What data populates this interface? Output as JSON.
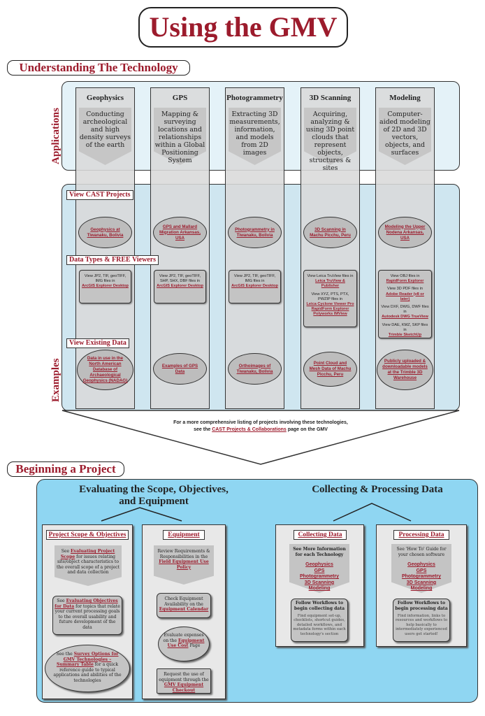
{
  "title": "Using the GMV",
  "section1": "Understanding The Technology",
  "section2": "Beginning a Project",
  "row_labels": {
    "applications": "Applications",
    "examples": "Examples"
  },
  "columns": [
    {
      "title": "Geophysics",
      "desc": "Conducting archeological and high density surveys of the earth",
      "project": "Geophysics at Tiwanaku, Bolivia",
      "data_types": [
        "View JP2, TIF, geoTIFF, IMG files in",
        "ArcGIS Explorer Desktop"
      ],
      "existing": "Data in use in the North American Database of Archaeological Geophysics (NADAG)"
    },
    {
      "title": "GPS",
      "desc": "Mapping & surveying locations and relationships within a Global Positioning System",
      "project": "GPS and Mallard Migration Arkansas, USA",
      "data_types": [
        "View JP2, TIF, geoTIFF, SHP, SHX, DBF files in",
        "ArcGIS Explorer Desktop"
      ],
      "existing": "Examples of GPS Data"
    },
    {
      "title": "Photogrammetry",
      "desc": "Extracting 3D measurements, information, and models from 2D images",
      "project": "Photogrammetry in Tiwanaku, Bolivia",
      "data_types": [
        "View JP2, TIF, geoTIFF, IMG files in",
        "ArcGIS Explorer Desktop"
      ],
      "existing": "Orthoimages of Tiwanaku, Bolivia"
    },
    {
      "title": "3D Scanning",
      "desc": "Acquiring, analyzing & using 3D point clouds that represent objects, structures & sites",
      "project": "3D Scanning in Machu Picchu, Peru",
      "data_types": [
        "View Leica TruView files in",
        "Leica TruView & Publisher",
        "View XYZ, PTS, PTX, PWZIP files in",
        "Leica Cyclone Viewer Pro",
        "RapidForm Explorer",
        "Polyworks IMView"
      ],
      "existing": "Point Cloud and Mesh Data of Machu Picchu, Peru"
    },
    {
      "title": "Modeling",
      "desc": "Computer-aided modeling of 2D and 3D vectors, objects, and surfaces",
      "project": "Modeling the Upper Nodena Arkansas, USA",
      "data_types": [
        "View OBJ files in",
        "RapidForm Explorer",
        "View 3D PDF files in",
        "Adobe Reader (v8 or later)",
        "View DXF, DWG, DWF files in",
        "Autodesk DWG TrueView",
        "View DAE, KMZ, SKP files in",
        "Trimble SketchUp"
      ],
      "existing": "Publicly uploaded & downloadable models at the Trimble 3D Warehouse"
    }
  ],
  "tags": {
    "projects": "View CAST Projects",
    "data_types": "Data Types & FREE Viewers",
    "existing": "View Existing Data"
  },
  "comprehensive": {
    "line1": "For a more comprehensive listing of projects involving these technologies,",
    "pre": "see the",
    "link": "CAST Projects & Collaborations",
    "post": "page on the GMV"
  },
  "evaluating": {
    "heading": "Evaluating the Scope, Objectives, and Equipment",
    "scope": {
      "title": "Project Scope & Objectives",
      "item1": {
        "pre": "See",
        "link": "Evaluating Project Scope",
        "post": "for issues relating site/object characteristics to the overall scope of a project and data collection"
      },
      "item2": {
        "pre": "See",
        "link": "Evaluating Objectives for Data",
        "post": "for topics that relate your current processing goals to the overall usability and future development of the data"
      },
      "item3": {
        "pre": "See the",
        "link": "Survey Options for GMV Technologies – Summary Table",
        "post": "for a quick reference guide to typical applications and abilities of the technologies"
      }
    },
    "equipment": {
      "title": "Equipment",
      "item1": {
        "pre": "Review Requirements & Responsibilities in the",
        "link": "Field Equipment Use Policy"
      },
      "item2": {
        "pre": "Check Equipment Availability on the",
        "link": "Equipment Calendar"
      },
      "item3": {
        "pre": "Evaluate expenses on the",
        "link": "Equipment Use Cost",
        "post": "Page"
      },
      "item4": {
        "pre": "Request the use of equipment through the",
        "link": "GMV Equipment Checkout"
      }
    }
  },
  "collecting": {
    "heading": "Collecting & Processing Data",
    "collect": {
      "title": "Collecting Data",
      "info": "See More Information for each Technology",
      "links": [
        "Geophysics",
        "GPS",
        "Photogrammetry",
        "3D Scanning",
        "Modeling"
      ],
      "wf_title": "Follow Workflows to begin collecting data",
      "wf_desc": "Find equipment set-up, checklists, shortcut guides, detailed workflows, and metadata forms within each technology's section"
    },
    "process": {
      "title": "Processing Data",
      "info": "See 'How To' Guide for your chosen software",
      "links": [
        "Geophysics",
        "GPS",
        "Photogrammetry",
        "3D Scanning",
        "Modeling"
      ],
      "wf_title": "Follow Workflows to begin processing data",
      "wf_desc": "Find information, links to resources and workflows to help basically to intermediately experienced users get started!"
    }
  },
  "colors": {
    "accent": "#9c1b2c",
    "light_blue": "#e4f2f8",
    "mid_blue": "#cfe6f0",
    "project_blue": "#8fd6f2",
    "gray": "#c4c4c4"
  }
}
